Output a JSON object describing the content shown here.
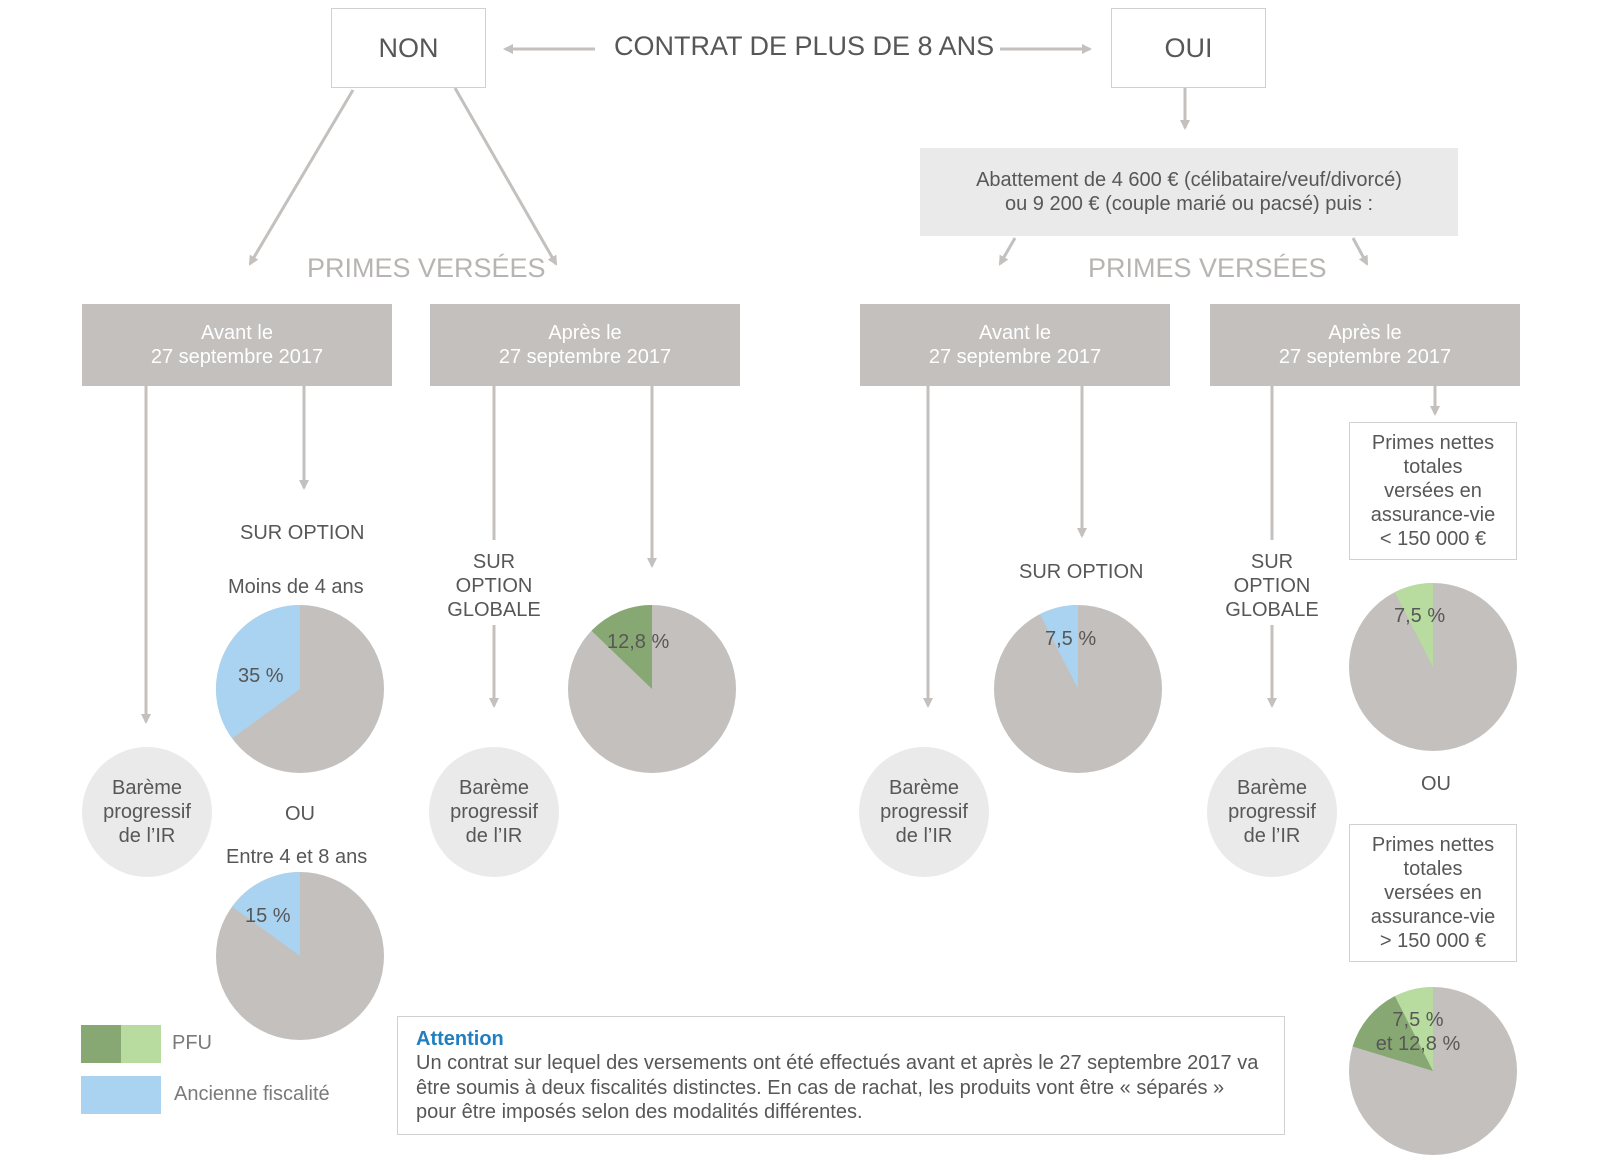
{
  "header": {
    "question": "CONTRAT DE PLUS DE 8 ANS",
    "no_label": "NON",
    "yes_label": "OUI"
  },
  "abattement": {
    "line1": "Abattement de 4 600 € (célibataire/veuf/divorcé)",
    "line2": "ou 9 200 € (couple marié ou pacsé) puis :"
  },
  "primes_label": "PRIMES VERSÉES",
  "periods": {
    "before": {
      "line1": "Avant le",
      "line2": "27 septembre 2017"
    },
    "after": {
      "line1": "Après le",
      "line2": "27 septembre 2017"
    }
  },
  "labels": {
    "sur_option": "SUR OPTION",
    "sur": "SUR",
    "option": "OPTION",
    "globale": "GLOBALE",
    "moins_4_ans": "Moins de 4 ans",
    "entre_4_8_ans": "Entre 4 et 8 ans",
    "ou": "OU"
  },
  "bareme": {
    "line1": "Barème",
    "line2": "progressif",
    "line3": "de l’IR"
  },
  "thresholds": {
    "under": {
      "l1": "Primes nettes",
      "l2": "totales",
      "l3": "versées en",
      "l4": "assurance-vie",
      "l5": "< 150 000 €"
    },
    "over": {
      "l1": "Primes nettes",
      "l2": "totales",
      "l3": "versées en",
      "l4": "assurance-vie",
      "l5": "> 150 000 €"
    }
  },
  "pies": {
    "p35": {
      "label": "35 %"
    },
    "p15": {
      "label": "15 %"
    },
    "p128": {
      "label": "12,8 %"
    },
    "p75a": {
      "label": "7,5 %"
    },
    "p75b": {
      "label": "7,5 %"
    },
    "pcombo": {
      "label1": "7,5 %",
      "label2": "et 12,8 %"
    }
  },
  "legend": {
    "pfu": "PFU",
    "old": "Ancienne fiscalité"
  },
  "note": {
    "title": "Attention",
    "text": "Un contrat sur lequel des versements ont été effectués avant et après le 27 septembre 2017 va être soumis à deux fiscalités distinctes. En cas de rachat, les produits vont être « séparés » pour être imposés selon des modalités différentes."
  },
  "colors": {
    "pie_base": "#c3c0be",
    "old_tax": "#a9d3f0",
    "pfu_dark": "#88a873",
    "pfu_light": "#b8dca0",
    "arrow": "#c3c0be",
    "attention": "#1f7fc1"
  },
  "chart_data": {
    "type": "pie",
    "pies": [
      {
        "label": "35 %",
        "slices": [
          {
            "series": "Ancienne fiscalité",
            "value": 35
          },
          {
            "value": 65
          }
        ]
      },
      {
        "label": "15 %",
        "slices": [
          {
            "series": "Ancienne fiscalité",
            "value": 15
          },
          {
            "value": 85
          }
        ]
      },
      {
        "label": "12,8 %",
        "slices": [
          {
            "series": "PFU",
            "value": 12.8
          },
          {
            "value": 87.2
          }
        ]
      },
      {
        "label": "7,5 %",
        "slices": [
          {
            "series": "Ancienne fiscalité",
            "value": 7.5
          },
          {
            "value": 92.5
          }
        ]
      },
      {
        "label": "7,5 %",
        "slices": [
          {
            "series": "PFU",
            "value": 7.5
          },
          {
            "value": 92.5
          }
        ]
      },
      {
        "label": "7,5 % et 12,8 %",
        "slices": [
          {
            "series": "PFU",
            "value": 7.5
          },
          {
            "series": "PFU",
            "value": 12.8
          },
          {
            "value": 79.7
          }
        ]
      }
    ]
  }
}
